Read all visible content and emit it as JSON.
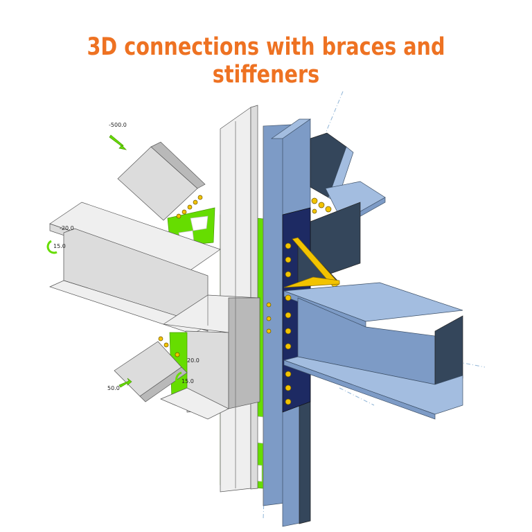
{
  "title": "3D connections with braces and stiffeners",
  "colors": {
    "title": "#ee7222",
    "gray_face": "#dcdcdc",
    "gray_light": "#efefef",
    "gray_dark": "#b9b9b9",
    "blue_face": "#7d9bc6",
    "blue_light": "#a3bde0",
    "blue_dark": "#34465b",
    "navy_plate": "#1d2a63",
    "green_face": "#66dd00",
    "bolt": "#f2c300",
    "axis": "#8fb4d6"
  },
  "icons": [
    "load-arrow-icon",
    "moment-arrow-icon"
  ],
  "labels": {
    "upper_brace_force": "-500.0",
    "left_beam_force": "-20.0",
    "left_beam_moment": "15.0",
    "lower_brace_force": "50.0",
    "lower_beam_force": "20.0",
    "lower_beam_moment": "15.0"
  }
}
